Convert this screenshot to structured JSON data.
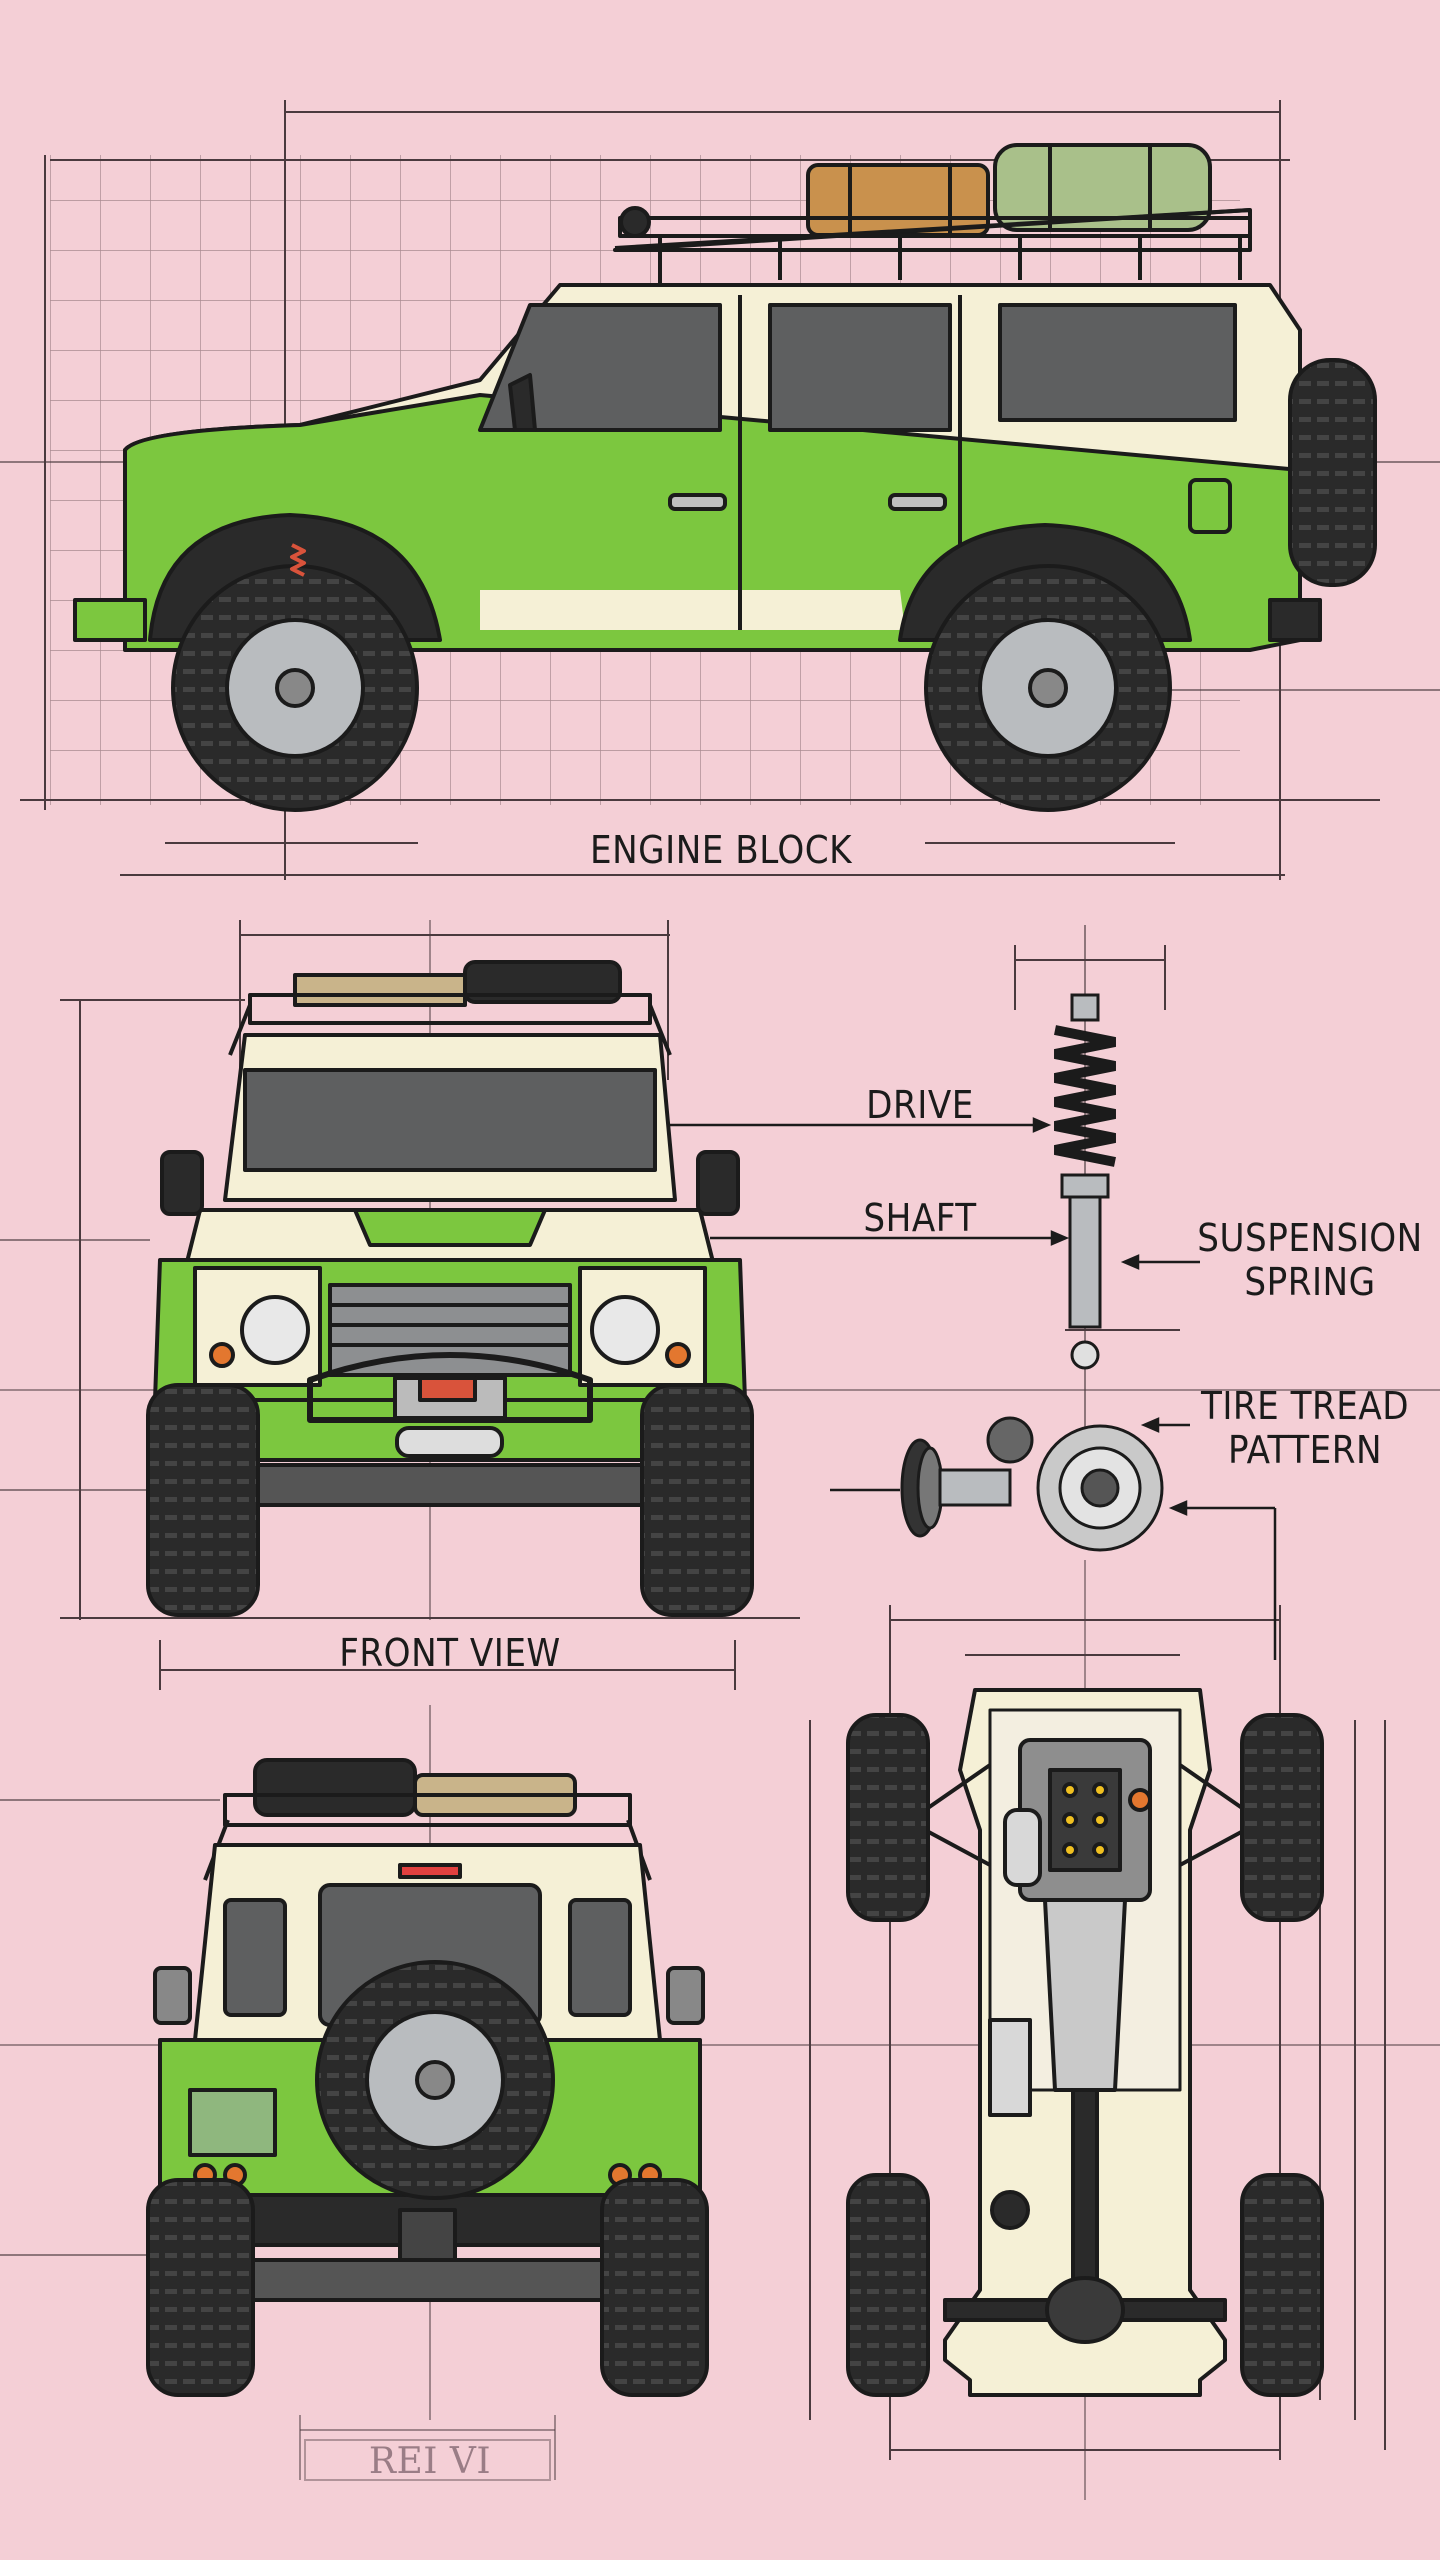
{
  "labels": {
    "engine_block": "ENGINE BLOCK",
    "drive": "DRIVE",
    "shaft": "SHAFT",
    "suspension_line1": "SUSPENSION",
    "suspension_line2": "SPRING",
    "tire_line1": "TIRE TREAD",
    "tire_line2": "PATTERN",
    "front_view": "FRONT VIEW",
    "rear_view_faded": "REI VI"
  },
  "colors": {
    "background": "#f4cfd6",
    "body_green": "#7cc73f",
    "body_cream": "#f5f0d6",
    "outline": "#1b1b1b",
    "tire": "#2a2a2a",
    "wheel": "#b9bcbf",
    "cargo_tan": "#c9914d",
    "cargo_green": "#a9c08a",
    "glass": "#5e5f60"
  },
  "icons": {
    "side": "side-view-suv",
    "front": "front-view-suv",
    "rear": "rear-view-suv",
    "shock": "coilover-shock-icon",
    "diff": "differential-icon",
    "chassis": "chassis-top-view"
  }
}
